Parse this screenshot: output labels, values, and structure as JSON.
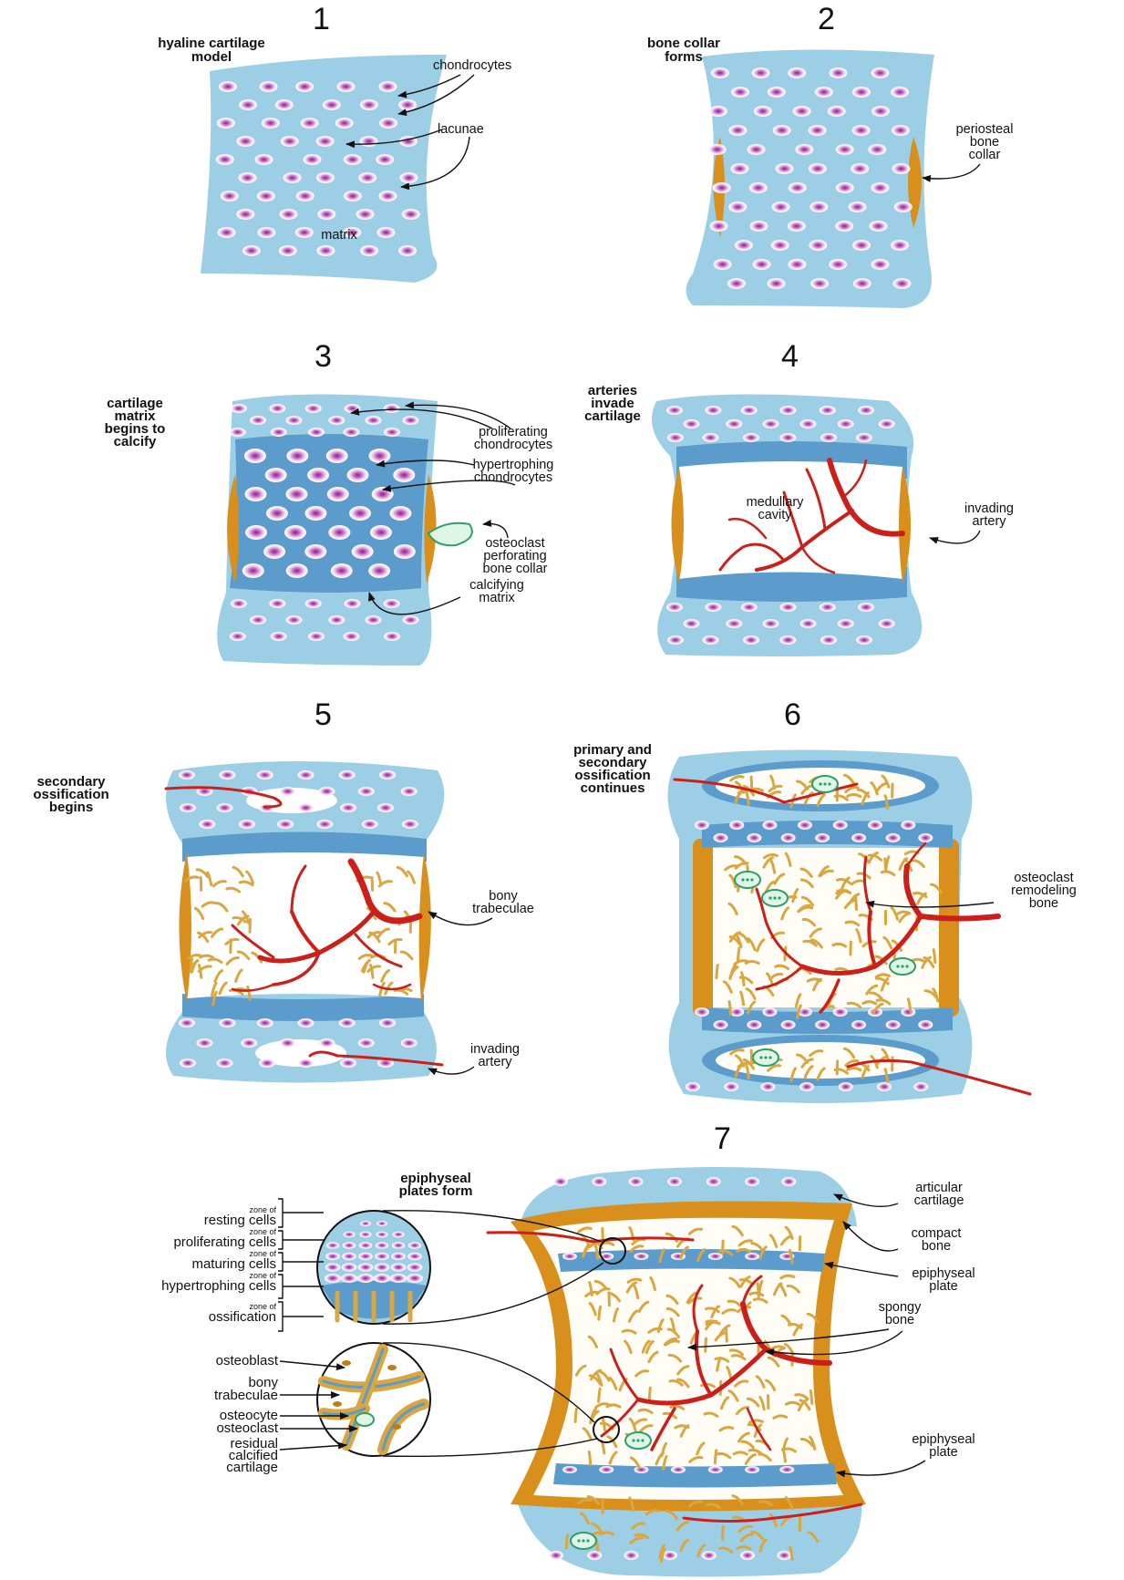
{
  "colors": {
    "cartilage": "#9ccfe6",
    "calcified_cartilage": "#5b9ccc",
    "bone": "#d98f1c",
    "trabeculae": "#d9a640",
    "artery": "#cc1f1a",
    "chondrocyte_nucleus": "#9b2a9b",
    "osteoclast": "#2e9e6b"
  },
  "panels": [
    {
      "number": "1",
      "heading": [
        "hyaline cartilage",
        "model"
      ],
      "labels": {
        "chondrocytes": "chondrocytes",
        "lacunae": "lacunae",
        "matrix": "matrix"
      }
    },
    {
      "number": "2",
      "heading": [
        "bone collar",
        "forms"
      ],
      "labels": {
        "collar": [
          "periosteal",
          "bone",
          "collar"
        ]
      }
    },
    {
      "number": "3",
      "heading": [
        "cartilage",
        "matrix",
        "begins to",
        "calcify"
      ],
      "labels": {
        "proliferating": [
          "proliferating",
          "chondrocytes"
        ],
        "hypertrophing": [
          "hypertrophing",
          "chondrocytes"
        ],
        "osteoclast": [
          "osteoclast",
          "perforating",
          "bone collar"
        ],
        "calcifying": [
          "calcifying",
          "matrix"
        ]
      }
    },
    {
      "number": "4",
      "heading": [
        "arteries",
        "invade",
        "cartilage"
      ],
      "labels": {
        "cavity": [
          "medullary",
          "cavity"
        ],
        "artery": [
          "invading",
          "artery"
        ]
      }
    },
    {
      "number": "5",
      "heading": [
        "secondary",
        "ossification",
        "begins"
      ],
      "labels": {
        "trabeculae": [
          "bony",
          "trabeculae"
        ],
        "artery": [
          "invading",
          "artery"
        ]
      }
    },
    {
      "number": "6",
      "heading": [
        "primary and",
        "secondary",
        "ossification",
        "continues"
      ],
      "labels": {
        "osteoclast": [
          "osteoclast",
          "remodeling",
          "bone"
        ]
      }
    },
    {
      "number": "7",
      "heading": [
        "epiphyseal",
        "plates form"
      ],
      "labels": {
        "articular": [
          "articular",
          "cartilage"
        ],
        "compact": [
          "compact",
          "bone"
        ],
        "plate_top": [
          "epiphyseal",
          "plate"
        ],
        "spongy": [
          "spongy",
          "bone"
        ],
        "plate_bottom": [
          "epiphyseal",
          "plate"
        ]
      }
    }
  ],
  "zones": {
    "prefix": "zone of",
    "items": [
      "resting cells",
      "proliferating cells",
      "maturing cells",
      "hypertrophing cells",
      "ossification"
    ]
  },
  "ossification_detail": [
    "osteoblast",
    "bony trabeculae",
    "osteocyte",
    "osteoclast",
    "residual calcified cartilage"
  ]
}
